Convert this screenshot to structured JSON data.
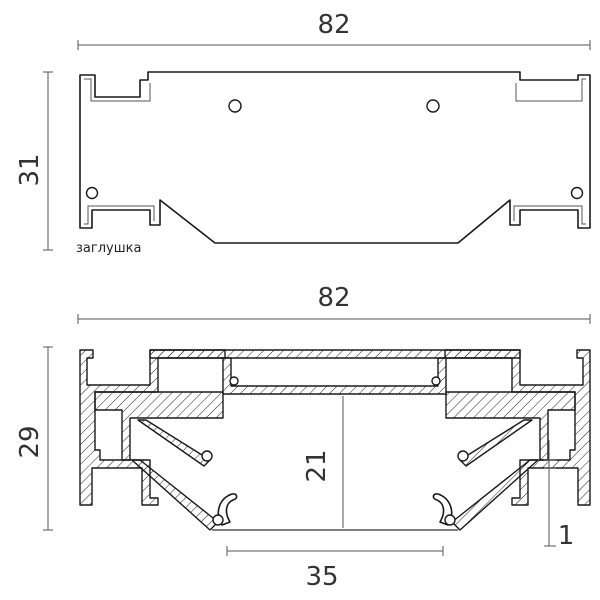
{
  "top_view": {
    "width_label": "82",
    "height_label": "31",
    "caption": "заглушка"
  },
  "bottom_view": {
    "width_label": "82",
    "height_label": "29",
    "inner_height_label": "21",
    "opening_label": "35",
    "lip_label": "1"
  }
}
